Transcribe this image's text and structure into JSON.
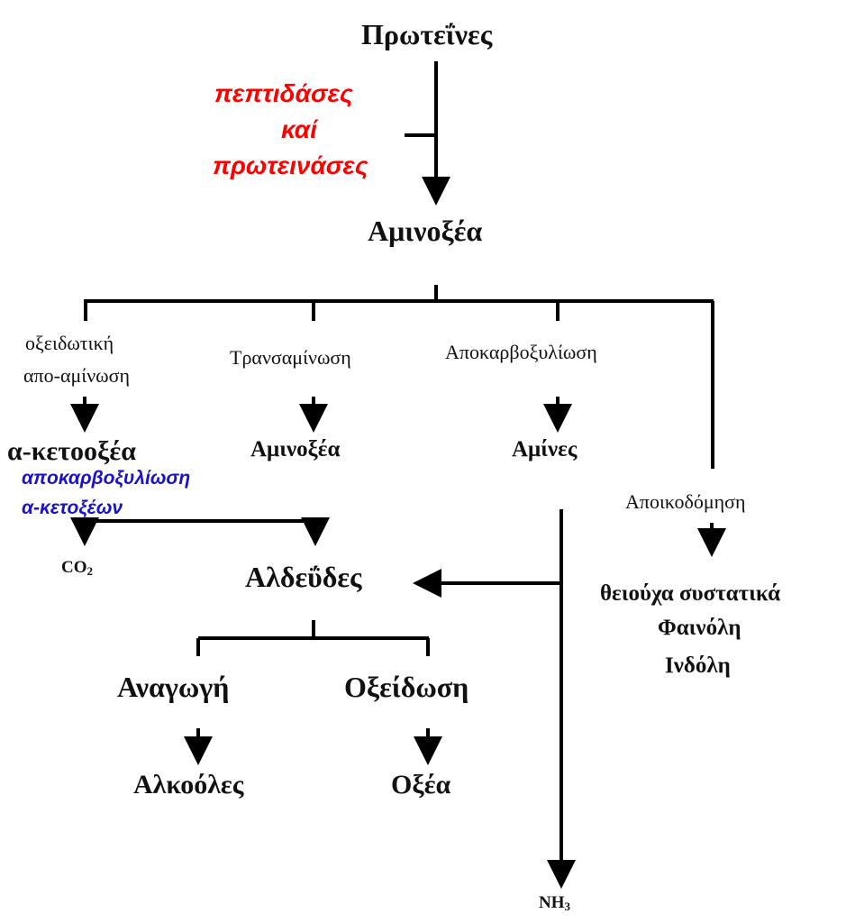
{
  "nodes": {
    "proteins": "Πρωτεΐνες",
    "peptidases": "πεπτιδάσες",
    "and": "καί",
    "proteinases": "πρωτεινάσες",
    "amino_acids_top": "Αμινοξέα",
    "oxidative_deamination_1": "οξειδωτική",
    "oxidative_deamination_2": "απο-αμίνωση",
    "transamination": "Τρανσαμίνωση",
    "decarboxylation": "Αποκαρβοξυλίωση",
    "keto_acids": "α-κετοοξέα",
    "amino_acids_mid": "Αμινοξέα",
    "amines": "Αμίνες",
    "keto_decarb_1": "αποκαρβοξυλίωση",
    "keto_decarb_2": "α-κετοξέων",
    "degradation": "Αποικοδόμηση",
    "co2_main": "CO",
    "co2_sub": "2",
    "aldehydes": "Αλδεΰδες",
    "sulfur_compounds": "θειούχα συστατικά",
    "phenol": "Φαινόλη",
    "indole": "Ινδόλη",
    "reduction": "Αναγωγή",
    "oxidation": "Οξείδωση",
    "alcohols": "Αλκοόλες",
    "acids": "Οξέα",
    "nh3_main": "NH",
    "nh3_sub": "3"
  },
  "colors": {
    "enzyme_text": "#ff0000",
    "keto_decarb_text": "#1a12c8",
    "line": "#000000",
    "text": "#111111"
  }
}
